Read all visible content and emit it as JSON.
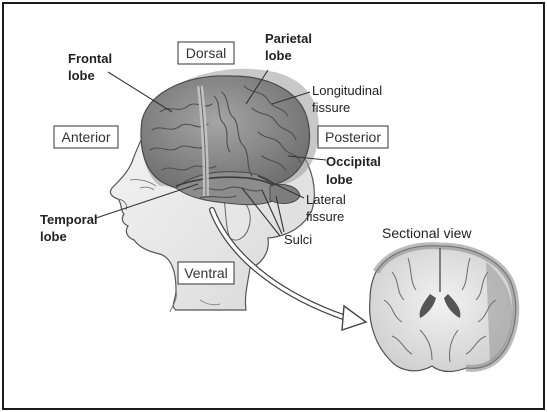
{
  "labels": {
    "frontal_lobe": [
      "Frontal",
      "lobe"
    ],
    "parietal_lobe": [
      "Parietal",
      "lobe"
    ],
    "longitudinal_fissure": [
      "Longitudinal",
      "fissure"
    ],
    "occipital_lobe": [
      "Occipital",
      "lobe"
    ],
    "lateral_fissure": [
      "Lateral",
      "fissure"
    ],
    "temporal_lobe": [
      "Temporal",
      "lobe"
    ],
    "sulci": "Sulci",
    "sectional_view": "Sectional view"
  },
  "direction_boxes": {
    "dorsal": "Dorsal",
    "anterior": "Anterior",
    "posterior": "Posterior",
    "ventral": "Ventral"
  },
  "colors": {
    "frame": "#1a1a1a",
    "brain_gray": "#8a8a8a",
    "skin": "#eeeeee",
    "line": "#333333"
  }
}
